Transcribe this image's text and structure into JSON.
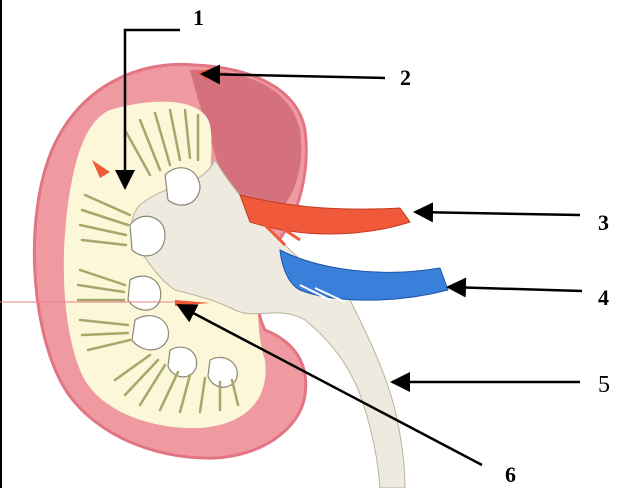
{
  "labels": {
    "l1": "1",
    "l2": "2",
    "l3": "3",
    "l4": "4",
    "l5": "5",
    "l6": "6"
  },
  "colors": {
    "cortex": "#ee9aa0",
    "cortex_edge": "#e57a86",
    "pelvis_fill": "#f3f0e6",
    "medulla_fill": "#fbf7d8",
    "capsule_dark": "#cf6a76",
    "artery": "#f05a3a",
    "vein": "#3a7fd9",
    "stripe": "#a7a66b",
    "arrow": "#000000"
  },
  "icons": {
    "kidney": "kidney-cross-section-illustration"
  }
}
